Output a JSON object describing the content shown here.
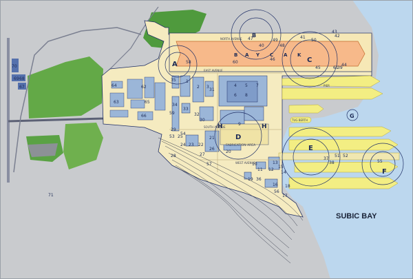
{
  "map": {
    "water_label": "SUBIC BAY",
    "zone_letters": [
      "A",
      "B",
      "C",
      "D",
      "E",
      "F",
      "G",
      "H",
      "H"
    ],
    "drydock_letters": [
      "B",
      "A",
      "Y",
      "C",
      "A",
      "K"
    ],
    "building_numbers": [
      "70",
      "69",
      "67",
      "71",
      "53",
      "54",
      "55",
      "56",
      "57",
      "58",
      "59",
      "60",
      "61",
      "62",
      "63",
      "64",
      "65",
      "66",
      "68",
      "1",
      "2",
      "3",
      "4",
      "5",
      "6",
      "7",
      "8",
      "9",
      "10",
      "11",
      "12",
      "13",
      "14",
      "15",
      "16",
      "17",
      "18",
      "19",
      "20",
      "21",
      "22",
      "23",
      "24",
      "25",
      "26",
      "27",
      "28",
      "29",
      "30",
      "31",
      "32",
      "33",
      "34",
      "35",
      "36",
      "37",
      "38",
      "39",
      "40",
      "41",
      "42",
      "43",
      "44",
      "45",
      "46",
      "47",
      "48",
      "49",
      "50",
      "51",
      "52"
    ],
    "road_labels": [
      "EAST AVENUE",
      "WEST AVENUE",
      "NORTH AVENUE",
      "SOUTH AVENUE"
    ],
    "area_labels": [
      "FABRICATION AREA",
      "PIER",
      "TUG BERTH"
    ],
    "colors": {
      "land": "#c9cbce",
      "sea": "#bcd7ee",
      "site": "#f5ebc0",
      "drydock": "#f7b98a",
      "pier": "#f3ee83",
      "building": "#9bb6d8",
      "green": "#63a947",
      "outline": "#1f2f66"
    }
  }
}
